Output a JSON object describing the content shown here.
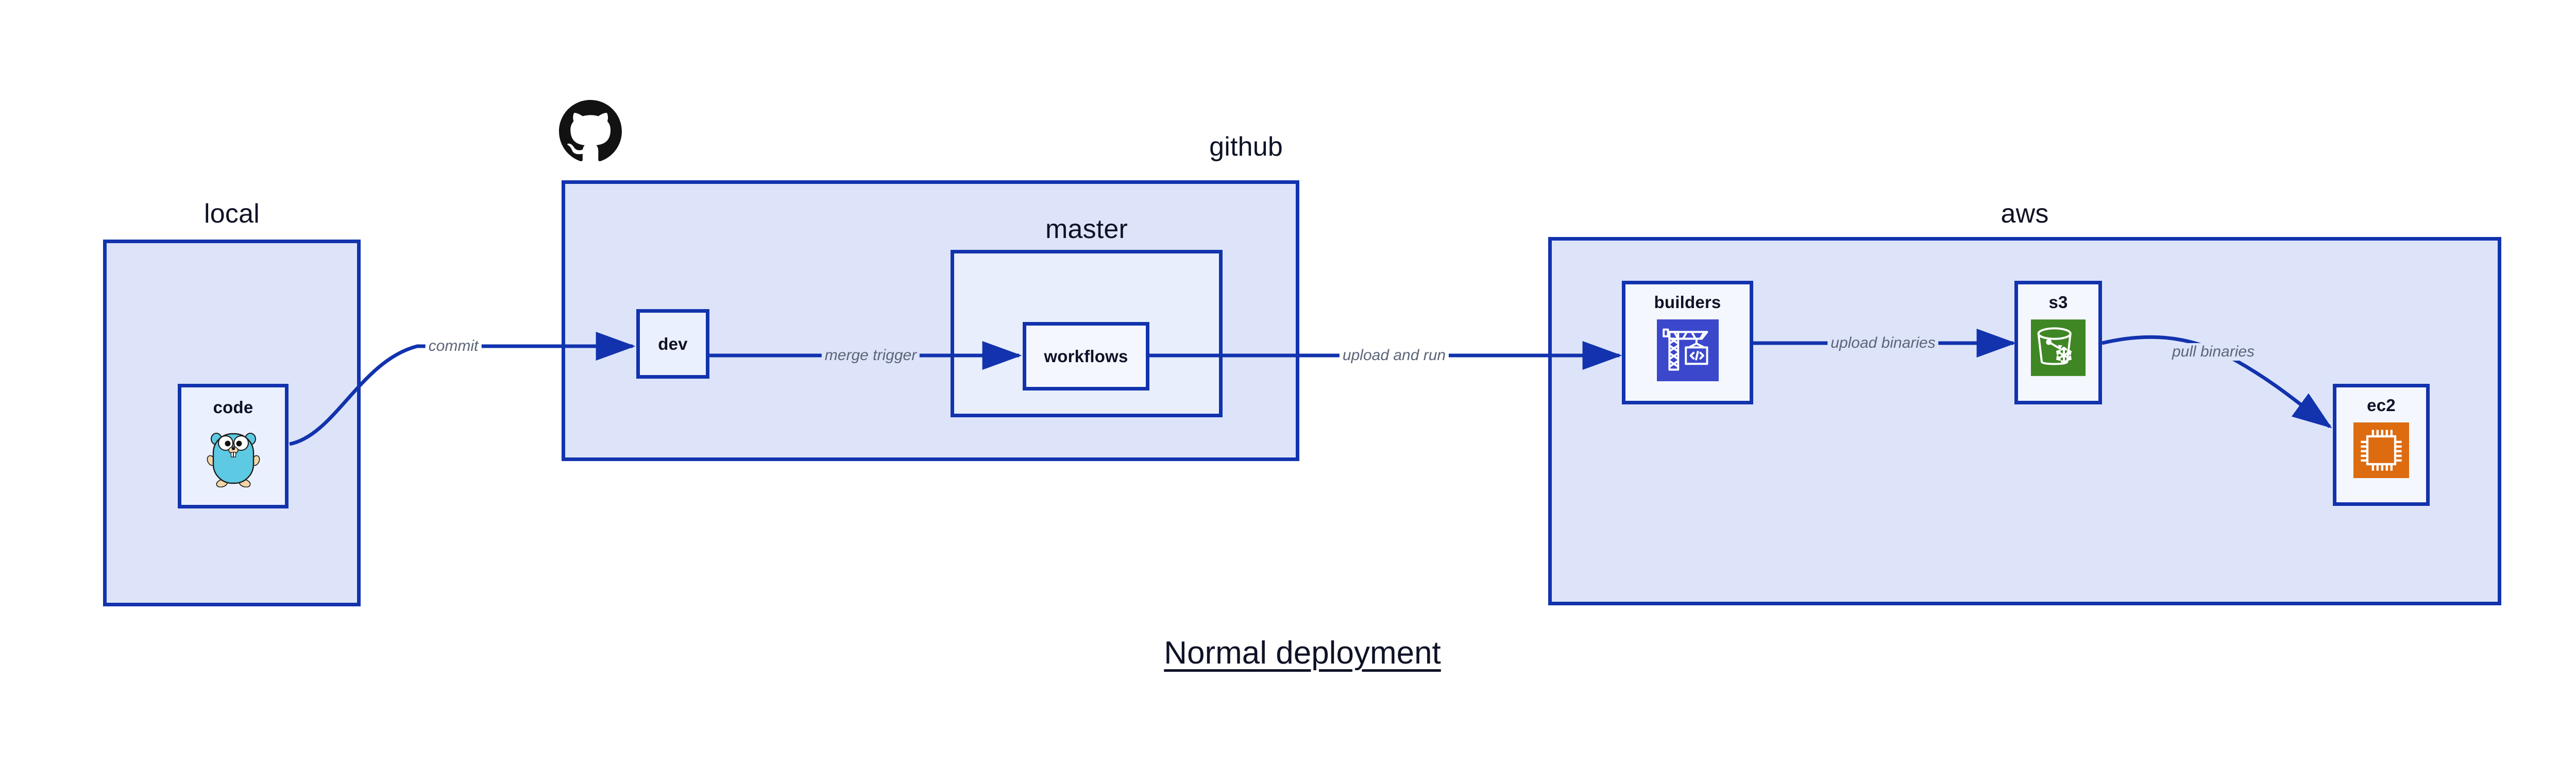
{
  "diagram": {
    "title": "Normal deployment",
    "background_color": "#ffffff",
    "accent_color": "#1233ad",
    "group_fill_color": "#dde4fa",
    "node_fill_color": "#eaf0fd",
    "label_text_color": "#5c6478",
    "title_text_color": "#0e1226"
  },
  "groups": [
    {
      "id": "local",
      "label": "local",
      "nodes": [
        {
          "id": "code",
          "label": "code",
          "icon": "go-gopher-icon"
        }
      ]
    },
    {
      "id": "github",
      "label": "github",
      "logo": "github-octocat-icon",
      "nodes": [
        {
          "id": "dev",
          "label": "dev",
          "icon": "none"
        }
      ],
      "subgroups": [
        {
          "id": "master",
          "label": "master",
          "nodes": [
            {
              "id": "workflows",
              "label": "workflows",
              "icon": "none"
            }
          ]
        }
      ]
    },
    {
      "id": "aws",
      "label": "aws",
      "nodes": [
        {
          "id": "builders",
          "label": "builders",
          "icon": "crane-code-icon",
          "icon_color": "#3b48cc"
        },
        {
          "id": "s3",
          "label": "s3",
          "icon": "s3-bucket-icon",
          "icon_color": "#3f8624"
        },
        {
          "id": "ec2",
          "label": "ec2",
          "icon": "cpu-chip-icon",
          "icon_color": "#dd6b10"
        }
      ]
    }
  ],
  "edges": [
    {
      "id": "commit",
      "label": "commit",
      "from": "code",
      "to": "dev"
    },
    {
      "id": "merge-trigger",
      "label": "merge trigger",
      "from": "dev",
      "to": "workflows"
    },
    {
      "id": "upload-and-run",
      "label": "upload and run",
      "from": "workflows",
      "to": "builders"
    },
    {
      "id": "upload-binaries",
      "label": "upload binaries",
      "from": "builders",
      "to": "s3"
    },
    {
      "id": "pull-binaries",
      "label": "pull binaries",
      "from": "s3",
      "to": "ec2"
    }
  ]
}
